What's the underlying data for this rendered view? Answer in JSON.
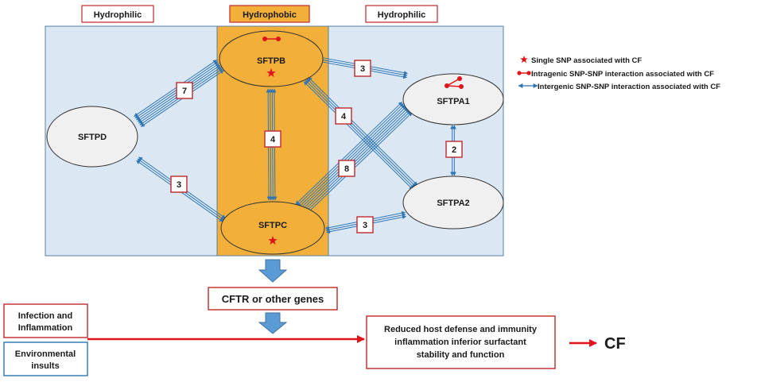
{
  "zones": {
    "left": "Hydrophilic",
    "middle": "Hydrophobic",
    "right": "Hydrophilic"
  },
  "genes": {
    "sftpb": "SFTPB",
    "sftpc": "SFTPC",
    "sftpd": "SFTPD",
    "sftpa1": "SFTPA1",
    "sftpa2": "SFTPA2"
  },
  "interaction_counts": {
    "sftpd_sftpb": "7",
    "sftpd_sftpc": "3",
    "sftpb_sftpc": "4",
    "sftpb_sftpa1": "3",
    "sftpb_sftpa2": "4",
    "sftpc_sftpa1": "8",
    "sftpc_sftpa2": "3",
    "sftpa1_sftpa2": "2"
  },
  "legend": {
    "single_snp": "Single SNP associated  with CF",
    "intragenic": "Intragenic SNP-SNP interaction associated with CF",
    "intergenic": "Intergenic SNP-SNP interaction associated with CF"
  },
  "flow": {
    "cftr_box": "CFTR or other genes",
    "infection_line1": "Infection and",
    "infection_line2": "Inflammation",
    "environmental_line1": "Environmental",
    "environmental_line2": "insults",
    "outcome_line1": "Reduced host defense and immunity",
    "outcome_line2": "inflammation inferior surfactant",
    "outcome_line3": "stability and function",
    "final": "CF"
  },
  "colors": {
    "hydrophilic_fill": "#dbe8f4",
    "hydrophobic_fill": "#f2b03a",
    "arrow_blue": "#2e75b6",
    "red": "#e0141b",
    "box_red_border": "#c0272d",
    "env_blue_border": "#2e75b6",
    "down_arrow": "#5b9bd5"
  }
}
